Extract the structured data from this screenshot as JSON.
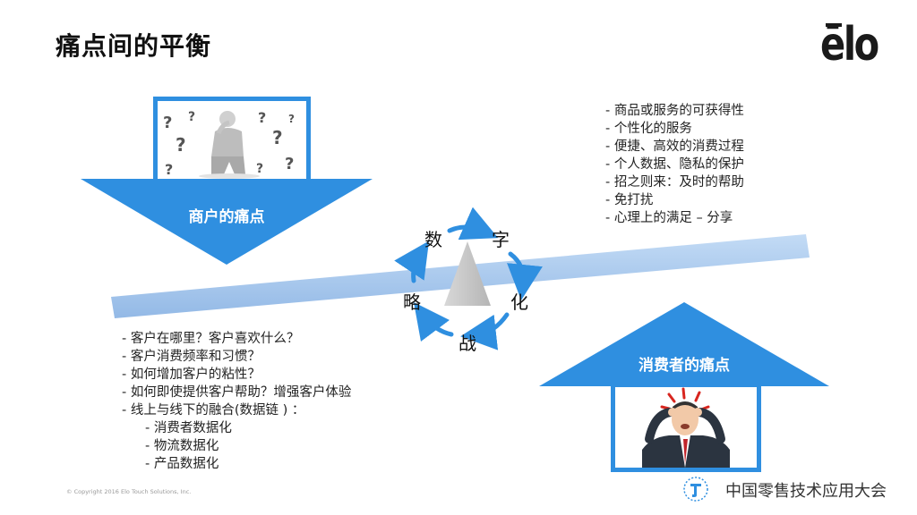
{
  "slide": {
    "title": "痛点间的平衡",
    "brand_logo": "ēlo",
    "merchant_label": "商户的痛点",
    "consumer_label": "消费者的痛点",
    "cycle_chars": [
      "数",
      "字",
      "化",
      "战",
      "略"
    ],
    "right_list": [
      "-  商品或服务的可获得性",
      "-  个性化的服务",
      "-  便捷、高效的消费过程",
      "- 个人数据、隐私的保护",
      "-  招之则来：及时的帮助",
      "-  免打扰",
      "-  心理上的满足 – 分享"
    ],
    "left_list": [
      "- 客户在哪里？客户喜欢什么？",
      "- 客户消费频率和习惯？",
      "- 如何增加客户的粘性？",
      "- 如何即使提供客户帮助？增强客户体验",
      "- 线上与线下的融合(数据链 ) ："
    ],
    "left_sublist": [
      "- 消费者数据化",
      "- 物流数据化",
      "- 产品数据化"
    ],
    "copyright": "© Copyright 2016 Elo Touch Solutions, Inc.",
    "event_name": "中国零售技术应用大会"
  },
  "colors": {
    "accent_blue": "#2f8fe0",
    "beam_blue": "#a9c9ee",
    "fulcrum_gray": "#c8c8c8"
  }
}
